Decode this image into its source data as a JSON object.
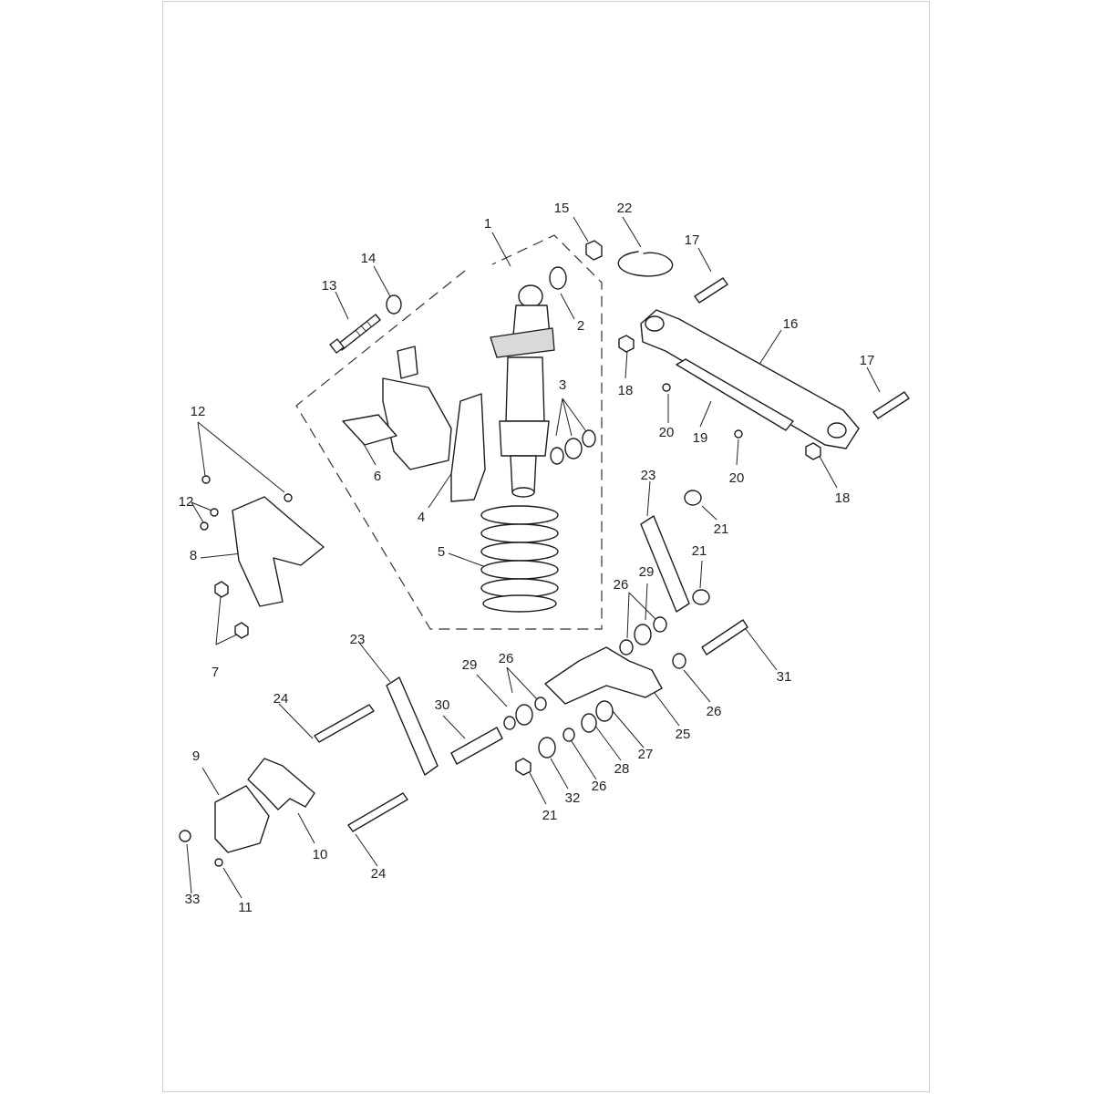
{
  "diagram": {
    "callouts": [
      "1",
      "2",
      "3",
      "4",
      "5",
      "6",
      "7",
      "8",
      "9",
      "10",
      "11",
      "12",
      "12",
      "13",
      "14",
      "15",
      "16",
      "17",
      "17",
      "18",
      "18",
      "19",
      "20",
      "20",
      "21",
      "21",
      "21",
      "22",
      "23",
      "23",
      "24",
      "24",
      "25",
      "26",
      "26",
      "26",
      "26",
      "27",
      "28",
      "29",
      "29",
      "30",
      "31",
      "32",
      "33"
    ]
  }
}
